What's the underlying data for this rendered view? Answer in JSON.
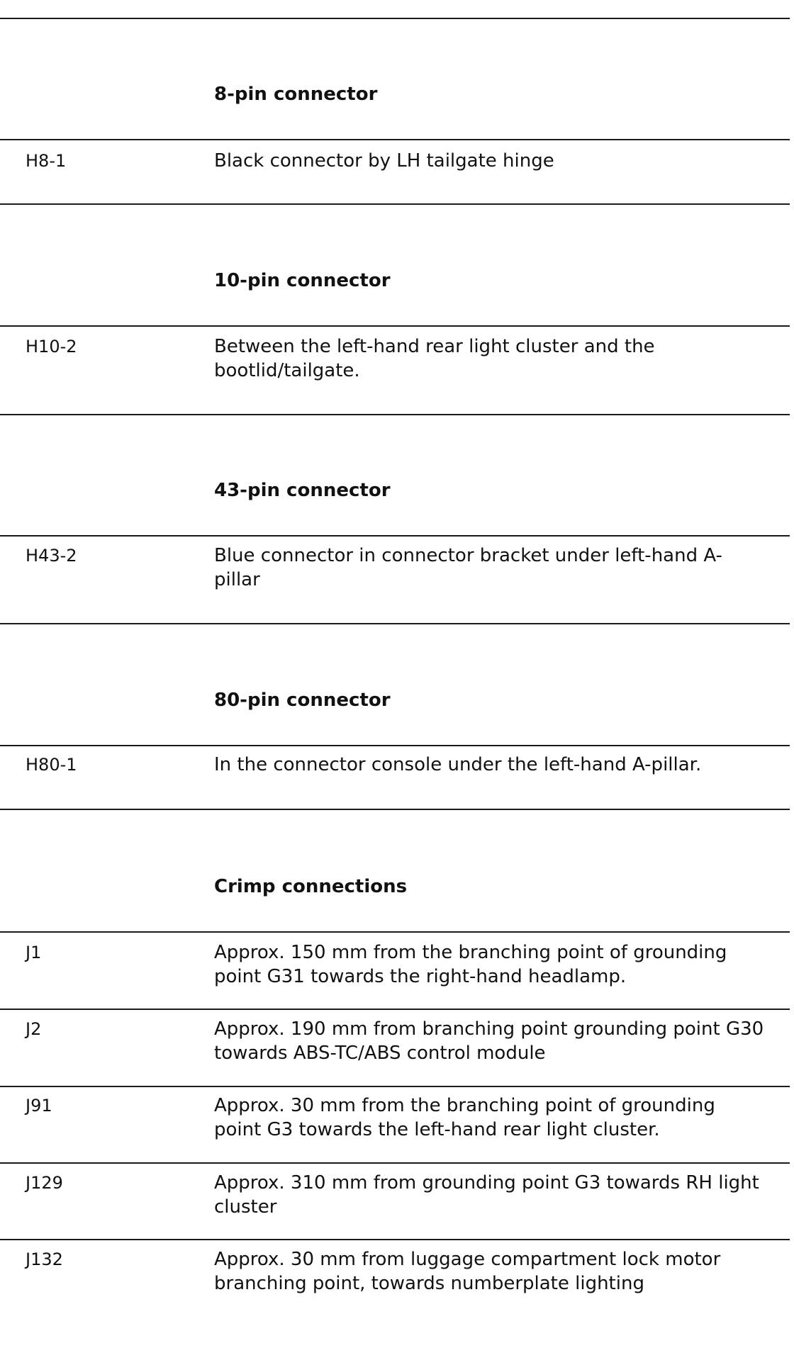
{
  "sections": [
    {
      "heading": "8-pin connector",
      "rows": [
        {
          "code": "H8-1",
          "description": "Black connector by LH tailgate hinge"
        }
      ]
    },
    {
      "heading": "10-pin connector",
      "rows": [
        {
          "code": "H10-2",
          "description": "Between the left-hand rear light cluster and the bootlid/tailgate."
        }
      ]
    },
    {
      "heading": "43-pin connector",
      "rows": [
        {
          "code": "H43-2",
          "description": "Blue connector in connector bracket under left-hand A-pillar"
        }
      ]
    },
    {
      "heading": "80-pin connector",
      "rows": [
        {
          "code": "H80-1",
          "description": "In the connector console under the left-hand A-pillar."
        }
      ]
    },
    {
      "heading": "Crimp connections",
      "rows": [
        {
          "code": "J1",
          "description": "Approx. 150 mm from the branching point of grounding point G31 towards the right-hand headlamp."
        },
        {
          "code": "J2",
          "description": "Approx. 190 mm from branching point grounding point G30 towards ABS-TC/ABS control module"
        },
        {
          "code": "J91",
          "description": "Approx. 30 mm from the branching point of grounding point G3 towards the left-hand rear light cluster."
        },
        {
          "code": "J129",
          "description": "Approx. 310 mm from grounding point G3 towards RH light cluster"
        },
        {
          "code": "J132",
          "description": "Approx. 30 mm from luggage compartment lock motor branching point, towards numberplate lighting"
        }
      ]
    }
  ]
}
